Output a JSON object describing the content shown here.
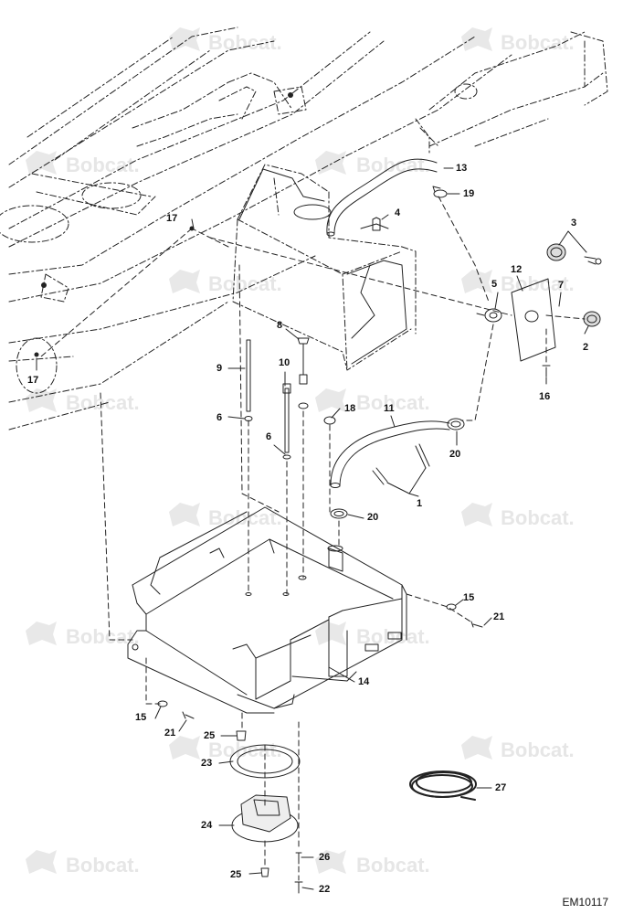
{
  "watermark": {
    "text": "Bobcat."
  },
  "drawing_code": "EM10117",
  "callouts": {
    "c1": "1",
    "c2": "2",
    "c3": "3",
    "c4": "4",
    "c5": "5",
    "c6a": "6",
    "c6b": "6",
    "c7": "7",
    "c8": "8",
    "c9": "9",
    "c10": "10",
    "c11": "11",
    "c12": "12",
    "c13": "13",
    "c14": "14",
    "c15a": "15",
    "c15b": "15",
    "c16": "16",
    "c17a": "17",
    "c17b": "17",
    "c18": "18",
    "c19": "19",
    "c20a": "20",
    "c20b": "20",
    "c21a": "21",
    "c21b": "21",
    "c22": "22",
    "c23": "23",
    "c24": "24",
    "c25a": "25",
    "c25b": "25",
    "c26": "26",
    "c27": "27"
  }
}
